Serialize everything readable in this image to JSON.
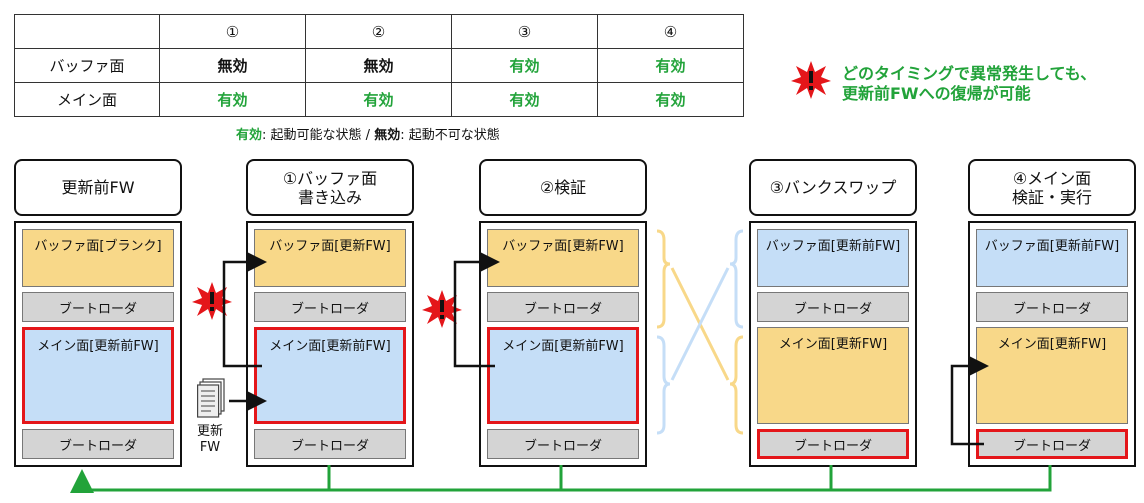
{
  "table": {
    "headers": [
      "",
      "①",
      "②",
      "③",
      "④"
    ],
    "rows": [
      {
        "label": "バッファ面",
        "cells": [
          {
            "text": "無効",
            "state": "invalid"
          },
          {
            "text": "無効",
            "state": "invalid"
          },
          {
            "text": "有効",
            "state": "valid"
          },
          {
            "text": "有効",
            "state": "valid"
          }
        ]
      },
      {
        "label": "メイン面",
        "cells": [
          {
            "text": "有効",
            "state": "valid"
          },
          {
            "text": "有効",
            "state": "valid"
          },
          {
            "text": "有効",
            "state": "valid"
          },
          {
            "text": "有効",
            "state": "valid"
          }
        ]
      }
    ]
  },
  "legend": {
    "valid_word": "有効",
    "valid_desc": ": 起動可能な状態 / ",
    "invalid_word": "無効",
    "invalid_desc": ": 起動不可な状態"
  },
  "note": {
    "line1": "どのタイミングで異常発生しても、",
    "line2": "更新前FWへの復帰が可能"
  },
  "colors": {
    "valid": "#22a33a",
    "invalid": "#111111",
    "highlight": "#e4161a",
    "buffer_fill": "#f8d889",
    "main_fill": "#c5def7",
    "loader_fill": "#d4d4d4"
  },
  "columns": [
    {
      "title": "更新前FW",
      "blocks": [
        {
          "label": "バッファ面[ブランク]",
          "fill": "orange"
        },
        {
          "label": "ブートローダ",
          "fill": "gray"
        },
        {
          "label": "メイン面[更新前FW]",
          "fill": "blue",
          "highlight": true
        },
        {
          "label": "ブートローダ",
          "fill": "gray"
        }
      ]
    },
    {
      "title": "①バッファ面\n書き込み",
      "blocks": [
        {
          "label": "バッファ面[更新FW]",
          "fill": "orange"
        },
        {
          "label": "ブートローダ",
          "fill": "gray"
        },
        {
          "label": "メイン面[更新前FW]",
          "fill": "blue",
          "highlight": true
        },
        {
          "label": "ブートローダ",
          "fill": "gray"
        }
      ]
    },
    {
      "title": "②検証",
      "blocks": [
        {
          "label": "バッファ面[更新FW]",
          "fill": "orange"
        },
        {
          "label": "ブートローダ",
          "fill": "gray"
        },
        {
          "label": "メイン面[更新前FW]",
          "fill": "blue",
          "highlight": true
        },
        {
          "label": "ブートローダ",
          "fill": "gray"
        }
      ]
    },
    {
      "title": "③バンクスワップ",
      "blocks": [
        {
          "label": "バッファ面[更新前FW]",
          "fill": "blue"
        },
        {
          "label": "ブートローダ",
          "fill": "gray"
        },
        {
          "label": "メイン面[更新FW]",
          "fill": "orange"
        },
        {
          "label": "ブートローダ",
          "fill": "gray",
          "highlight": true
        }
      ]
    },
    {
      "title": "④メイン面\n検証・実行",
      "blocks": [
        {
          "label": "バッファ面[更新前FW]",
          "fill": "blue"
        },
        {
          "label": "ブートローダ",
          "fill": "gray"
        },
        {
          "label": "メイン面[更新FW]",
          "fill": "orange"
        },
        {
          "label": "ブートローダ",
          "fill": "gray",
          "highlight": true
        }
      ]
    }
  ],
  "update_doc_label": "更新\nFW",
  "icons": {
    "burst": "explosion-icon",
    "document": "document-icon"
  }
}
